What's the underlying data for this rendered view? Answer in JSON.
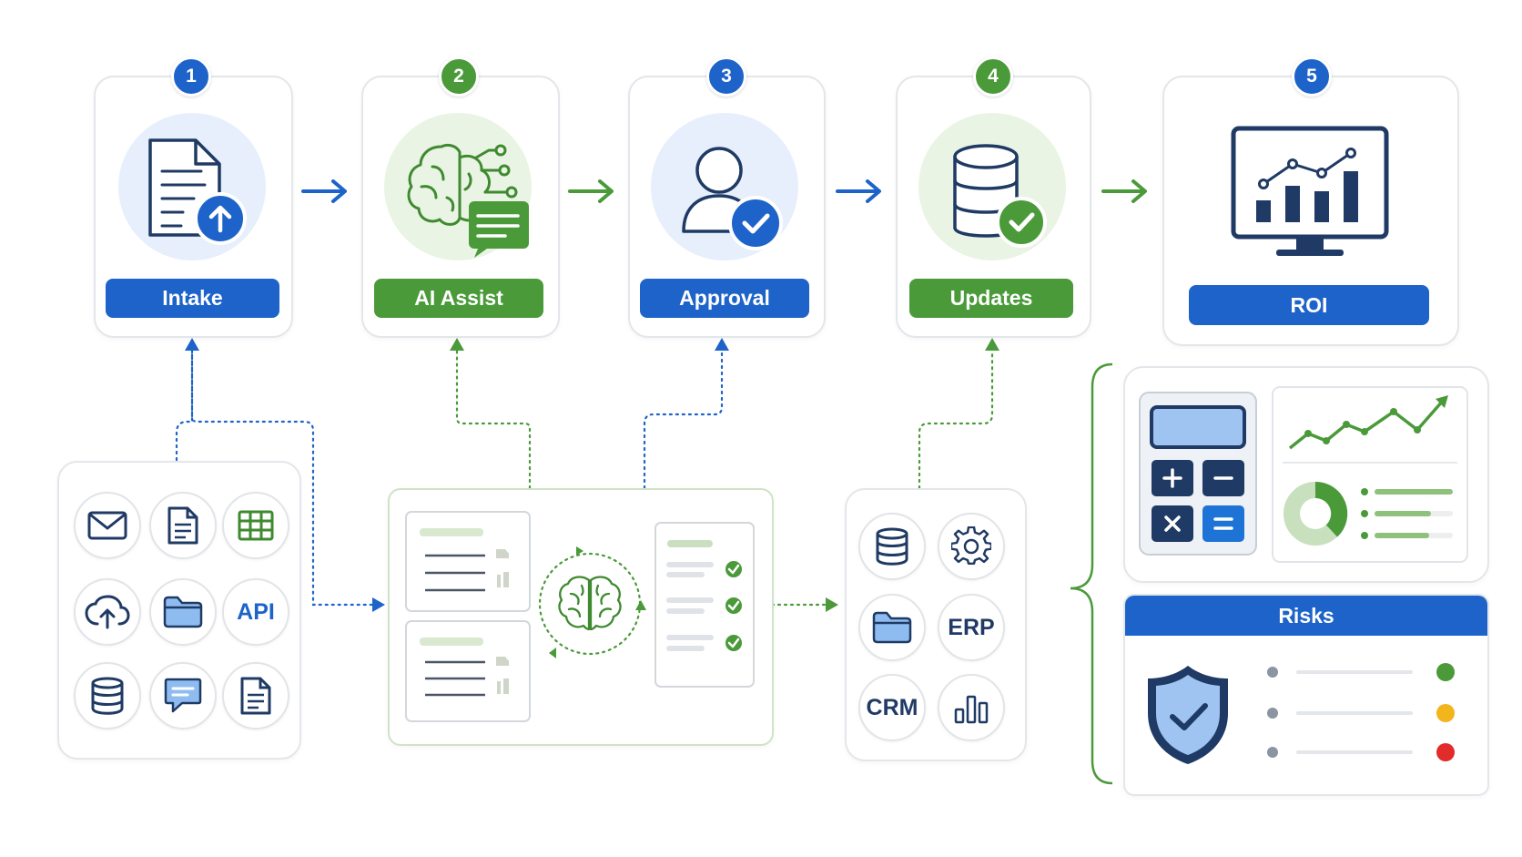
{
  "steps": [
    {
      "num": "1",
      "label": "Intake"
    },
    {
      "num": "2",
      "label": "AI Assist"
    },
    {
      "num": "3",
      "label": "Approval"
    },
    {
      "num": "4",
      "label": "Updates"
    },
    {
      "num": "5",
      "label": "ROI"
    }
  ],
  "sources": {
    "icons": [
      "mail-icon",
      "document-icon",
      "spreadsheet-icon",
      "cloud-upload-icon",
      "folder-icon",
      "api-icon",
      "database-icon",
      "chat-icon",
      "file-icon"
    ],
    "api_text": "API"
  },
  "systems": {
    "icons": [
      "database-icon",
      "gear-icon",
      "folder-icon",
      "erp-icon",
      "crm-icon",
      "bar-chart-icon"
    ],
    "erp_text": "ERP",
    "crm_text": "CRM"
  },
  "risks": {
    "title": "Risks",
    "status_colors": [
      "#4a9a3a",
      "#f2b51c",
      "#e22b2b"
    ]
  },
  "colors": {
    "blue": "#1d63c9",
    "green": "#4a9a3a",
    "navy": "#1f3a64"
  }
}
